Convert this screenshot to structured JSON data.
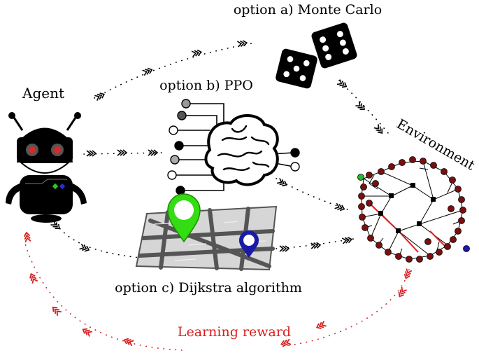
{
  "labels": {
    "agent": "Agent",
    "option_a": "option a) Monte Carlo",
    "option_b": "option b) PPO",
    "option_c": "option c) Dijkstra algorithm",
    "environment": "Environment",
    "reward": "Learning reward"
  },
  "colors": {
    "ink": "#000000",
    "reward": "#d62020",
    "robot_eye": "#d42a2a",
    "pin_green": "#33dd11",
    "pin_blue": "#1a1aa6",
    "graph_node": "#7a0f0f",
    "graph_edge_highlight": "#e01b1b",
    "graph_start_node": "#2db52d",
    "graph_goal_node": "#1a1aa6",
    "map_road": "#555555",
    "map_block": "#d6d6d6"
  },
  "icons": {
    "agent": "robot-icon",
    "option_a": "dice-icon",
    "option_b": "neural-brain-icon",
    "option_c": "map-pins-icon",
    "environment": "graph-network-icon"
  }
}
